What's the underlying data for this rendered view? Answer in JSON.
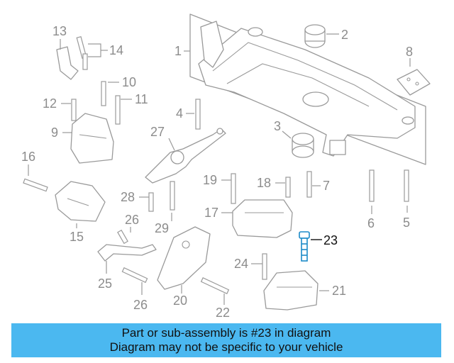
{
  "diagram": {
    "callouts": [
      "1",
      "2",
      "3",
      "4",
      "5",
      "6",
      "7",
      "8",
      "9",
      "10",
      "11",
      "12",
      "13",
      "14",
      "15",
      "16",
      "17",
      "18",
      "19",
      "20",
      "21",
      "22",
      "23",
      "24",
      "25",
      "26",
      "26",
      "27",
      "28",
      "29"
    ],
    "highlight_color": "#1c8ac8",
    "part_color": "#9a9a9a"
  },
  "banner": {
    "line1": "Part or sub-assembly is #23 in diagram",
    "line2": "Diagram may not be specific to your vehicle",
    "background": "#4bb8f0"
  }
}
